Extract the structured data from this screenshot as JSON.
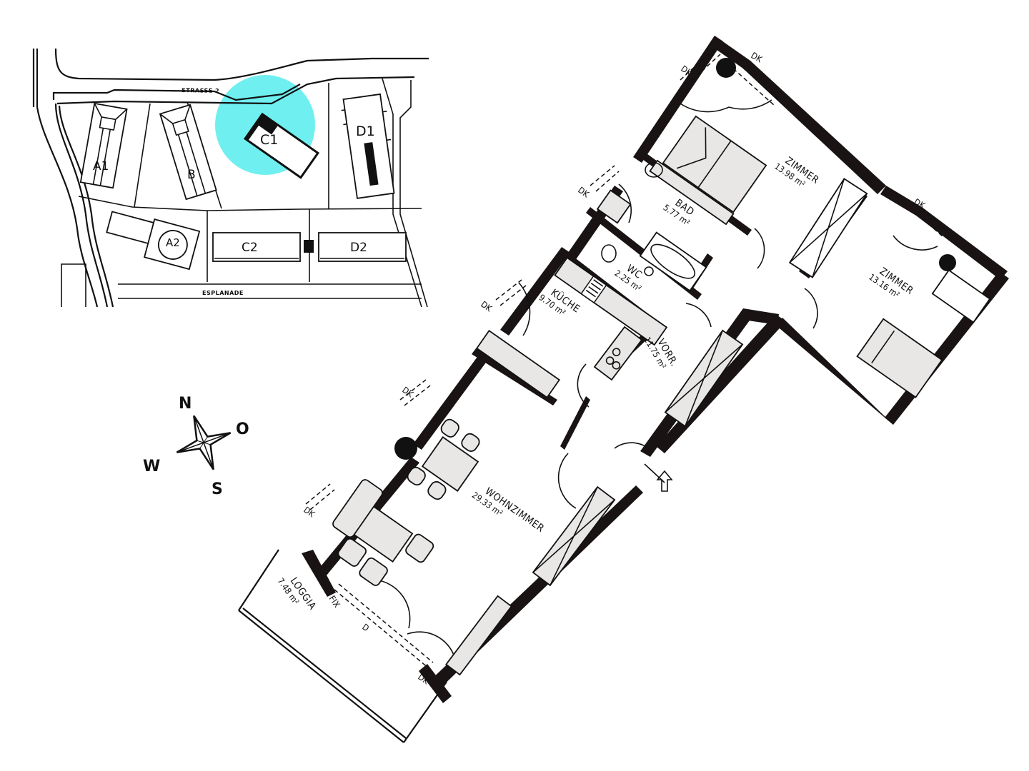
{
  "site_plan": {
    "highlight_color": "#6FEFF0",
    "highlighted_building": "C1",
    "buildings": [
      "A1",
      "B",
      "C1",
      "D1",
      "A2",
      "C2",
      "D2"
    ],
    "streets": {
      "north": "STRASSE 2",
      "south": "ESPLANADE"
    }
  },
  "compass": {
    "north": "N",
    "east": "O",
    "south": "S",
    "west": "W"
  },
  "rooms": [
    {
      "name": "ZIMMER",
      "area": "13.98 m²"
    },
    {
      "name": "ZIMMER",
      "area": "13.16 m²"
    },
    {
      "name": "BAD",
      "area": "5.77 m²"
    },
    {
      "name": "WC",
      "area": "2.25 m²"
    },
    {
      "name": "KÜCHE",
      "area": "9.70 m²"
    },
    {
      "name": "VORR.",
      "area": "11.75 m²"
    },
    {
      "name": "WOHNZIMMER",
      "area": "29.33 m²"
    },
    {
      "name": "LOGGIA",
      "area": "7.48 m²"
    }
  ],
  "window_labels": {
    "dk": "DK",
    "fix": "FIX",
    "door": "D"
  },
  "colors": {
    "wall": "#1A1313",
    "furniture_fill": "#E9E6E6"
  }
}
